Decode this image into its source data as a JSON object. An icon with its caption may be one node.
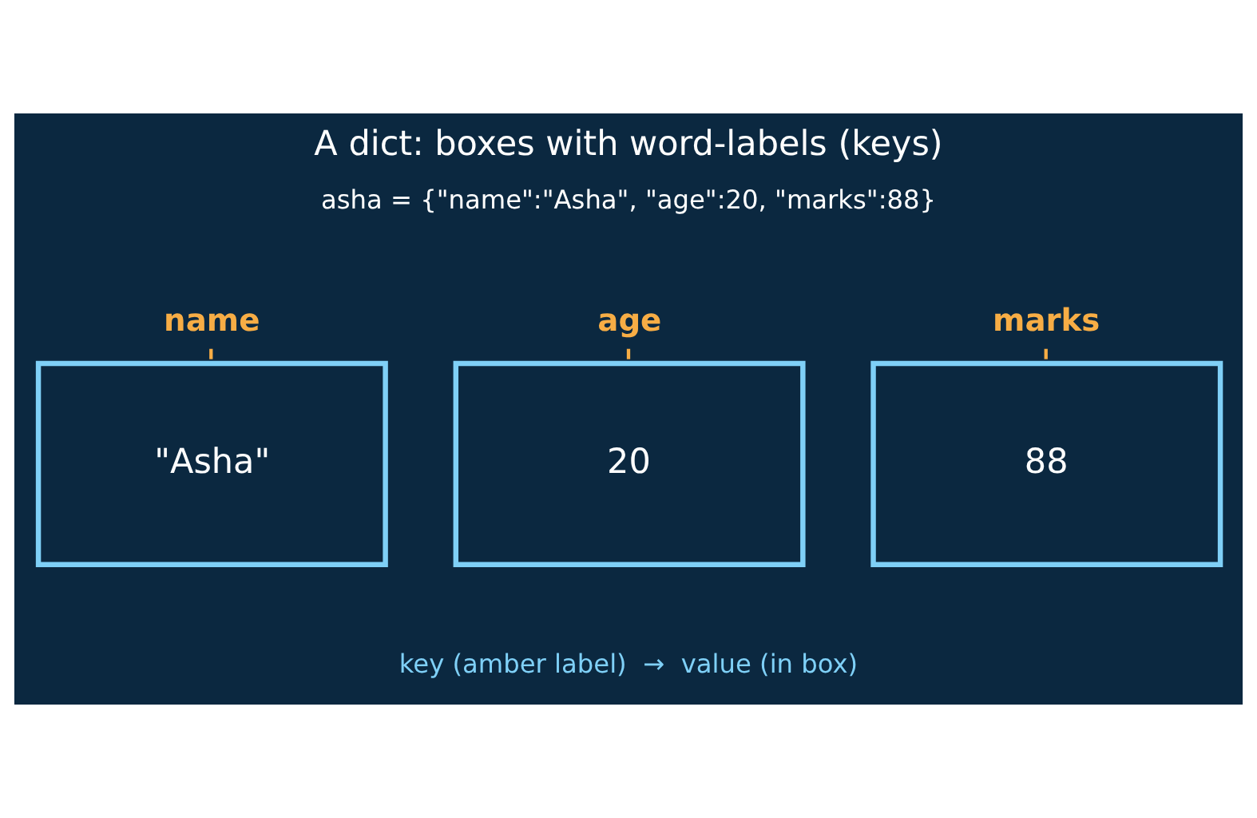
{
  "diagram": {
    "title": "A dict: boxes with word-labels (keys)",
    "nodes": [
      {
        "text": [
          "name",
          "\"Asha\""
        ]
      },
      {
        "text": [
          "age",
          "20"
        ]
      },
      {
        "text": [
          "marks",
          "88"
        ]
      }
    ],
    "labels": [
      "asha = {\"name\":\"Asha\", \"age\":20, \"marks\":88}",
      "key (amber label)  →  value (in box)"
    ]
  }
}
